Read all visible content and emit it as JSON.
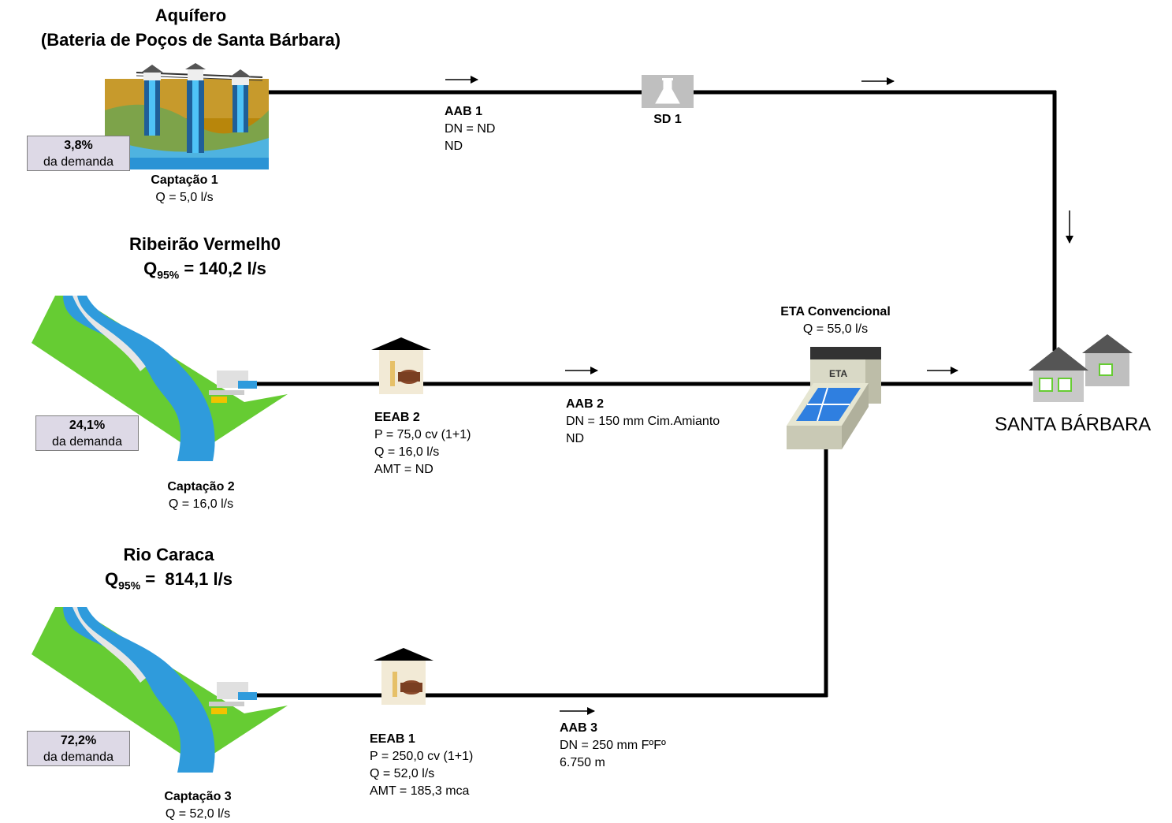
{
  "aquifer": {
    "title_line1": "Aquífero",
    "title_line2": "(Bateria de Poços de Santa Bárbara)",
    "demand_pct": "3,8%",
    "demand_label": "da demanda",
    "capture_name": "Captação 1",
    "capture_flow": "Q = 5,0 l/s"
  },
  "ribeirao": {
    "title": "Ribeirão Vermelh0",
    "q_symbol": "Q",
    "q_sub": "95%",
    "q_value": " = 140,2 l/s",
    "demand_pct": "24,1%",
    "demand_label": "da demanda",
    "capture_name": "Captação 2",
    "capture_flow": "Q = 16,0 l/s"
  },
  "caraca": {
    "title": "Rio Caraca",
    "q_symbol": "Q",
    "q_sub": "95%",
    "q_value": " =  814,1 l/s",
    "demand_pct": "72,2%",
    "demand_label": "da demanda",
    "capture_name": "Captação 3",
    "capture_flow": "Q = 52,0 l/s"
  },
  "aab1": {
    "name": "AAB 1",
    "dn": "DN = ND",
    "length": "ND"
  },
  "sd1": {
    "name": "SD 1"
  },
  "eeab2": {
    "name": "EEAB 2",
    "power": "P = 75,0 cv (1+1)",
    "flow": "Q = 16,0 l/s",
    "amt": "AMT = ND"
  },
  "aab2": {
    "name": "AAB 2",
    "dn": "DN = 150 mm Cim.Amianto",
    "length": "ND"
  },
  "eta": {
    "name": "ETA Convencional",
    "flow": "Q = 55,0 l/s",
    "sign": "ETA"
  },
  "eeab1": {
    "name": "EEAB 1",
    "power": "P = 250,0 cv (1+1)",
    "flow": "Q = 52,0 l/s",
    "amt": "AMT = 185,3 mca"
  },
  "aab3": {
    "name": "AAB 3",
    "dn": "DN = 250 mm FºFº",
    "length": "6.750 m"
  },
  "city": {
    "name": "SANTA BÁRBARA"
  }
}
